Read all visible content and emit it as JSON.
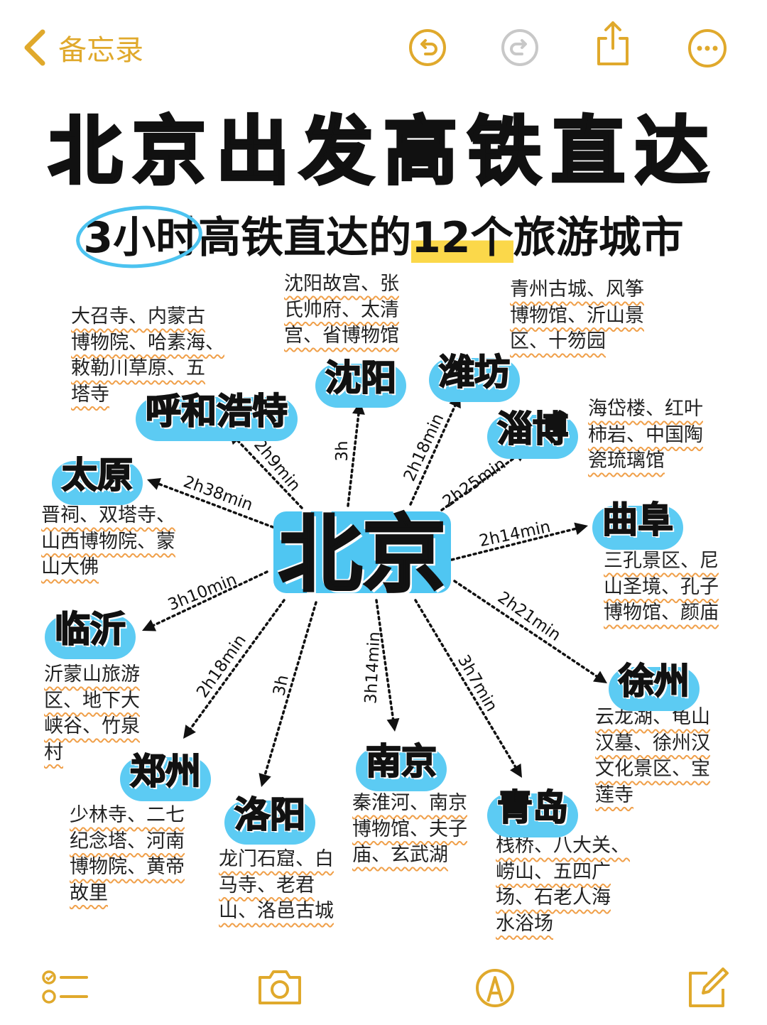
{
  "nav": {
    "back_label": "备忘录",
    "icons": [
      "undo-icon",
      "redo-icon",
      "share-icon",
      "more-icon"
    ]
  },
  "accent": "#e0a92c",
  "highlight_colors": {
    "blue": "#4fc6f2",
    "yellow": "#fbd84a",
    "underline": "#f0a04a"
  },
  "title": "北京出发高铁直达",
  "subtitle": {
    "part1": "3小时",
    "part2": "高铁直达的",
    "part3": "12个",
    "part4": "旅游城市"
  },
  "center": "北京",
  "cities": [
    {
      "name": "呼和浩特",
      "time": "2h9min",
      "attractions": [
        "大召寺、内蒙古",
        "博物院、哈素海、",
        "敕勒川草原、五",
        "塔寺"
      ]
    },
    {
      "name": "沈阳",
      "time": "3h",
      "attractions": [
        "沈阳故宫、张",
        "氏帅府、太清",
        "宫、省博物馆"
      ]
    },
    {
      "name": "潍坊",
      "time": "2h18min",
      "attractions": [
        "青州古城、风筝",
        "博物馆、沂山景",
        "区、十笏园"
      ]
    },
    {
      "name": "淄博",
      "time": "2h25min",
      "attractions": [
        "海岱楼、红叶",
        "柿岩、中国陶",
        "瓷琉璃馆"
      ]
    },
    {
      "name": "太原",
      "time": "2h38min",
      "attractions": [
        "晋祠、双塔寺、",
        "山西博物院、蒙",
        "山大佛"
      ]
    },
    {
      "name": "曲阜",
      "time": "2h14min",
      "attractions": [
        "三孔景区、尼",
        "山圣境、孔子",
        "博物馆、颜庙"
      ]
    },
    {
      "name": "临沂",
      "time": "3h10min",
      "attractions": [
        "沂蒙山旅游",
        "区、地下大",
        "峡谷、竹泉",
        "村"
      ]
    },
    {
      "name": "徐州",
      "time": "2h21min",
      "attractions": [
        "云龙湖、龟山",
        "汉墓、徐州汉",
        "文化景区、宝",
        "莲寺"
      ]
    },
    {
      "name": "郑州",
      "time": "2h18min",
      "attractions": [
        "少林寺、二七",
        "纪念塔、河南",
        "博物院、黄帝",
        "故里"
      ]
    },
    {
      "name": "洛阳",
      "time": "3h",
      "attractions": [
        "龙门石窟、白",
        "马寺、老君",
        "山、洛邑古城"
      ]
    },
    {
      "name": "南京",
      "time": "3h14min",
      "attractions": [
        "秦淮河、南京",
        "博物馆、夫子",
        "庙、玄武湖"
      ]
    },
    {
      "name": "青岛",
      "time": "3h7min",
      "attractions": [
        "栈桥、八大关、",
        "崂山、五四广",
        "场、石老人海",
        "水浴场"
      ]
    }
  ],
  "toolbar": {
    "icons": [
      "checklist-icon",
      "camera-icon",
      "markup-icon",
      "compose-icon"
    ]
  }
}
